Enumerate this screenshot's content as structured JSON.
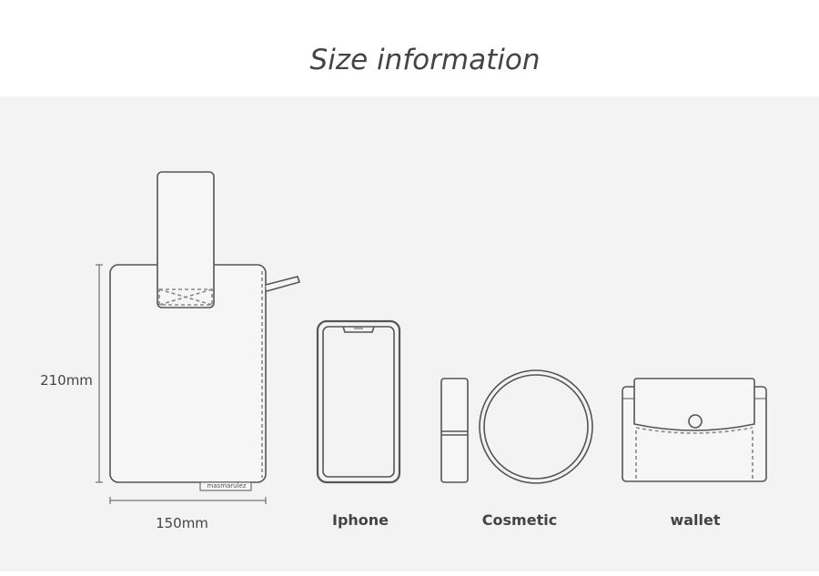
{
  "title": "Size information",
  "dimensions": {
    "height": "210mm",
    "width": "150mm"
  },
  "brand_tag": "masmarulez",
  "items": [
    {
      "label": "Iphone"
    },
    {
      "label": "Cosmetic"
    },
    {
      "label": "wallet"
    }
  ],
  "colors": {
    "background": "#f3f3f3",
    "stroke": "#555555"
  }
}
